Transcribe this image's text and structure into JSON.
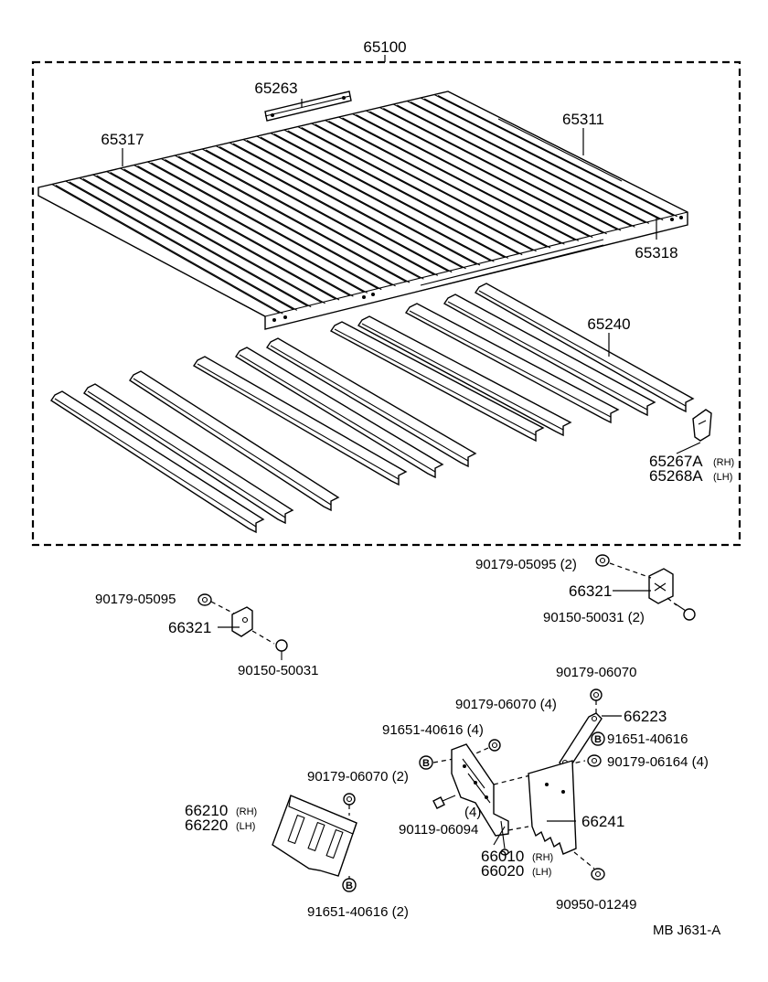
{
  "labels": {
    "p65100": "65100",
    "p65263": "65263",
    "p65317": "65317",
    "p65311": "65311",
    "p65318": "65318",
    "p65240": "65240",
    "p65267a": "65267A",
    "p65267a_sfx": "(RH)",
    "p65268a": "65268A",
    "p65268a_sfx": "(LH)",
    "p90179_05095_2": "90179-05095 (2)",
    "p66321_r": "66321",
    "p90150_50031_2": "90150-50031 (2)",
    "p90179_05095": "90179-05095",
    "p66321_l": "66321",
    "p90150_50031": "90150-50031",
    "p90179_06070_top": "90179-06070",
    "p90179_06070_4": "90179-06070 (4)",
    "p66223": "66223",
    "p91651_40616_4": "91651-40616 (4)",
    "p91651_40616": "91651-40616",
    "p90179_06164_4": "90179-06164 (4)",
    "p90179_06070_2": "90179-06070 (2)",
    "p66210": "66210",
    "p66210_sfx": "(RH)",
    "p66220": "66220",
    "p66220_sfx": "(LH)",
    "p4": "(4)",
    "p90119_06094": "90119-06094",
    "p66241": "66241",
    "p66010": "66010",
    "p66010_sfx": "(RH)",
    "p66020": "66020",
    "p66020_sfx": "(LH)",
    "p90950_01249": "90950-01249",
    "p91651_40616_2": "91651-40616 (2)",
    "ref": "MB  J631-A"
  },
  "badges": {
    "b": "B"
  }
}
